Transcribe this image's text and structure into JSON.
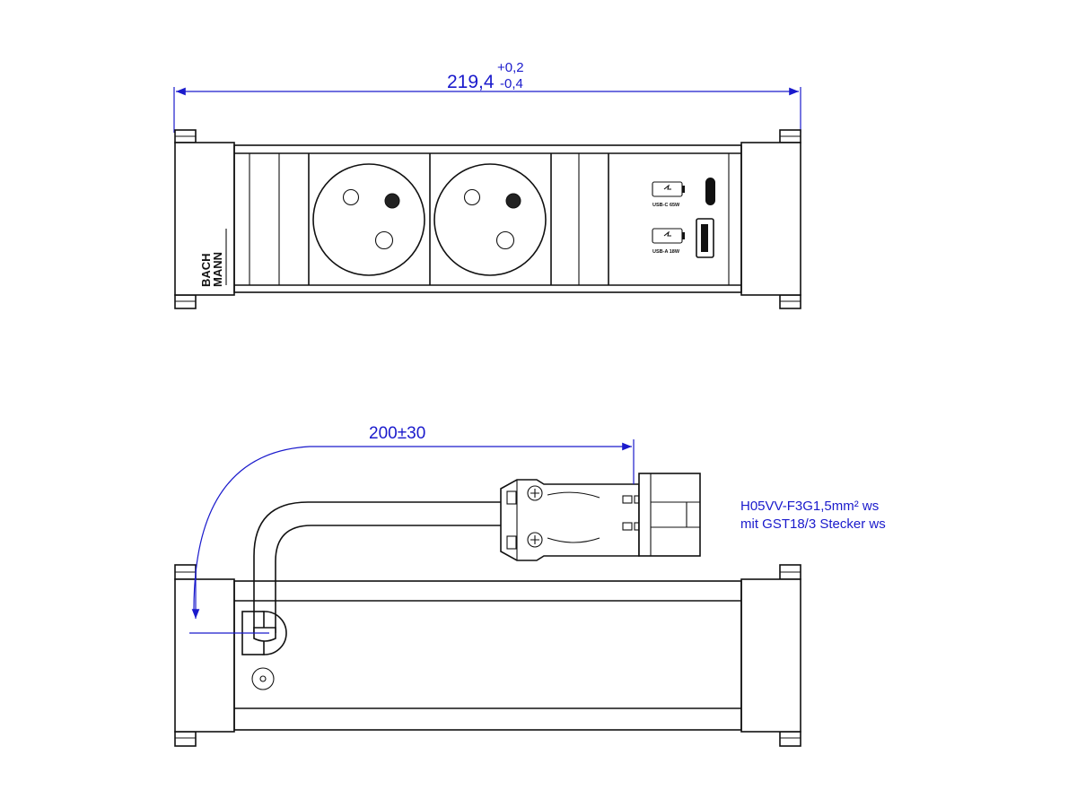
{
  "colors": {
    "line": "#111111",
    "dimension": "#1a1acc",
    "background": "#ffffff"
  },
  "front_view": {
    "length_dimension": {
      "value": "219,4",
      "tol_plus": "+0,2",
      "tol_minus": "-0,4"
    },
    "brand": {
      "line1": "BACH",
      "line2": "MANN"
    },
    "ports": {
      "usb_c_label": "USB-C 65W",
      "usb_a_label": "USB-A 18W"
    }
  },
  "side_view": {
    "cable_dimension": "200±30",
    "cable_note": {
      "line1": "H05VV-F3G1,5mm² ws",
      "line2": "mit GST18/3  Stecker ws"
    }
  }
}
